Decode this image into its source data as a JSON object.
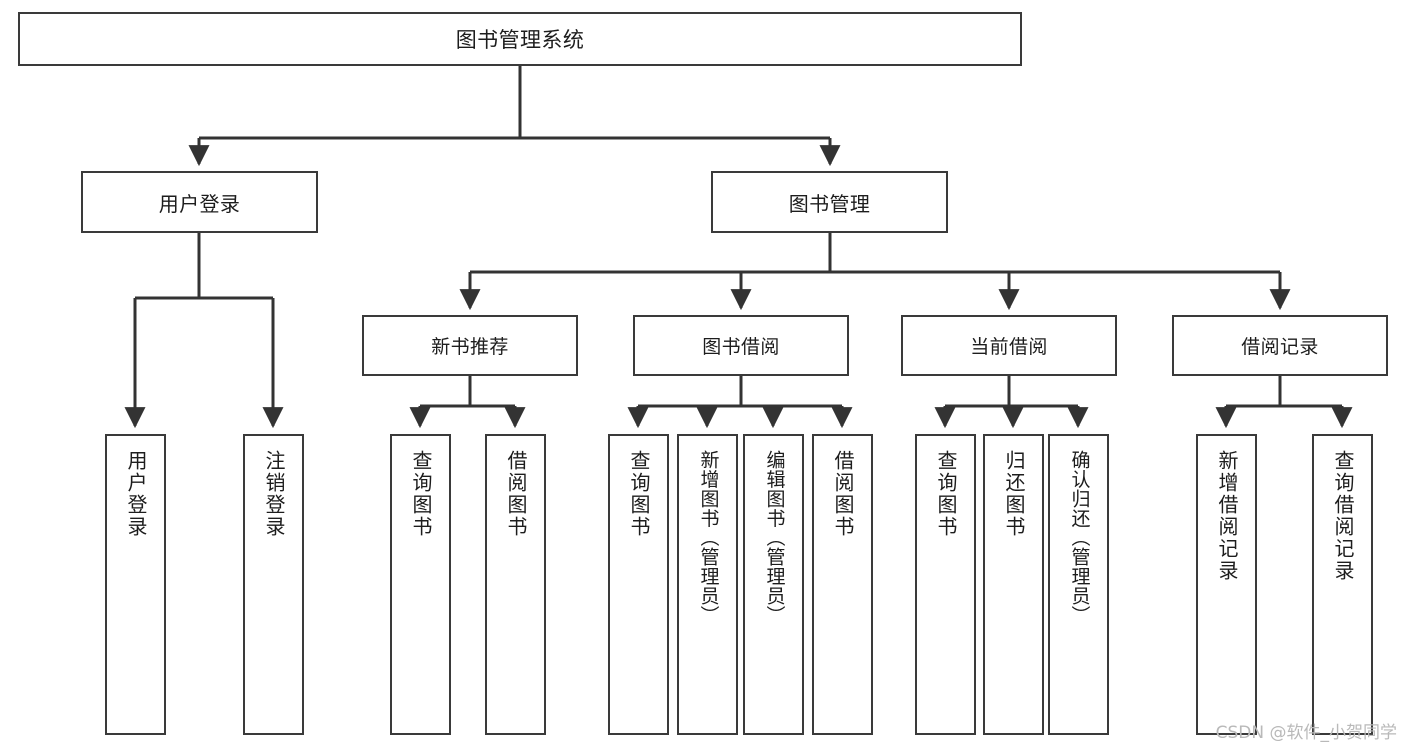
{
  "diagram": {
    "title": "图书管理系统",
    "type": "tree",
    "watermark": "CSDN @软件_小贺同学",
    "colors": {
      "box_border": "#3a3a3a",
      "box_fill": "#ffffff",
      "connector": "#333333",
      "text": "#1d1d1d",
      "watermark": "#b9b9b9",
      "background": "#ffffff"
    },
    "root": {
      "label": "图书管理系统"
    },
    "level2": [
      {
        "label": "用户登录"
      },
      {
        "label": "图书管理"
      }
    ],
    "level3": [
      {
        "label": "新书推荐"
      },
      {
        "label": "图书借阅"
      },
      {
        "label": "当前借阅"
      },
      {
        "label": "借阅记录"
      }
    ],
    "leaves": {
      "user_login": [
        {
          "label": "用户登录"
        },
        {
          "label": "注销登录"
        }
      ],
      "new_book_recommend": [
        {
          "label": "查询图书"
        },
        {
          "label": "借阅图书"
        }
      ],
      "book_borrow": [
        {
          "label": "查询图书"
        },
        {
          "label": "新增图书（管理员）"
        },
        {
          "label": "编辑图书（管理员）"
        },
        {
          "label": "借阅图书"
        }
      ],
      "current_borrow": [
        {
          "label": "查询图书"
        },
        {
          "label": "归还图书"
        },
        {
          "label": "确认归还（管理员）"
        }
      ],
      "borrow_record": [
        {
          "label": "新增借阅记录"
        },
        {
          "label": "查询借阅记录"
        }
      ]
    }
  }
}
